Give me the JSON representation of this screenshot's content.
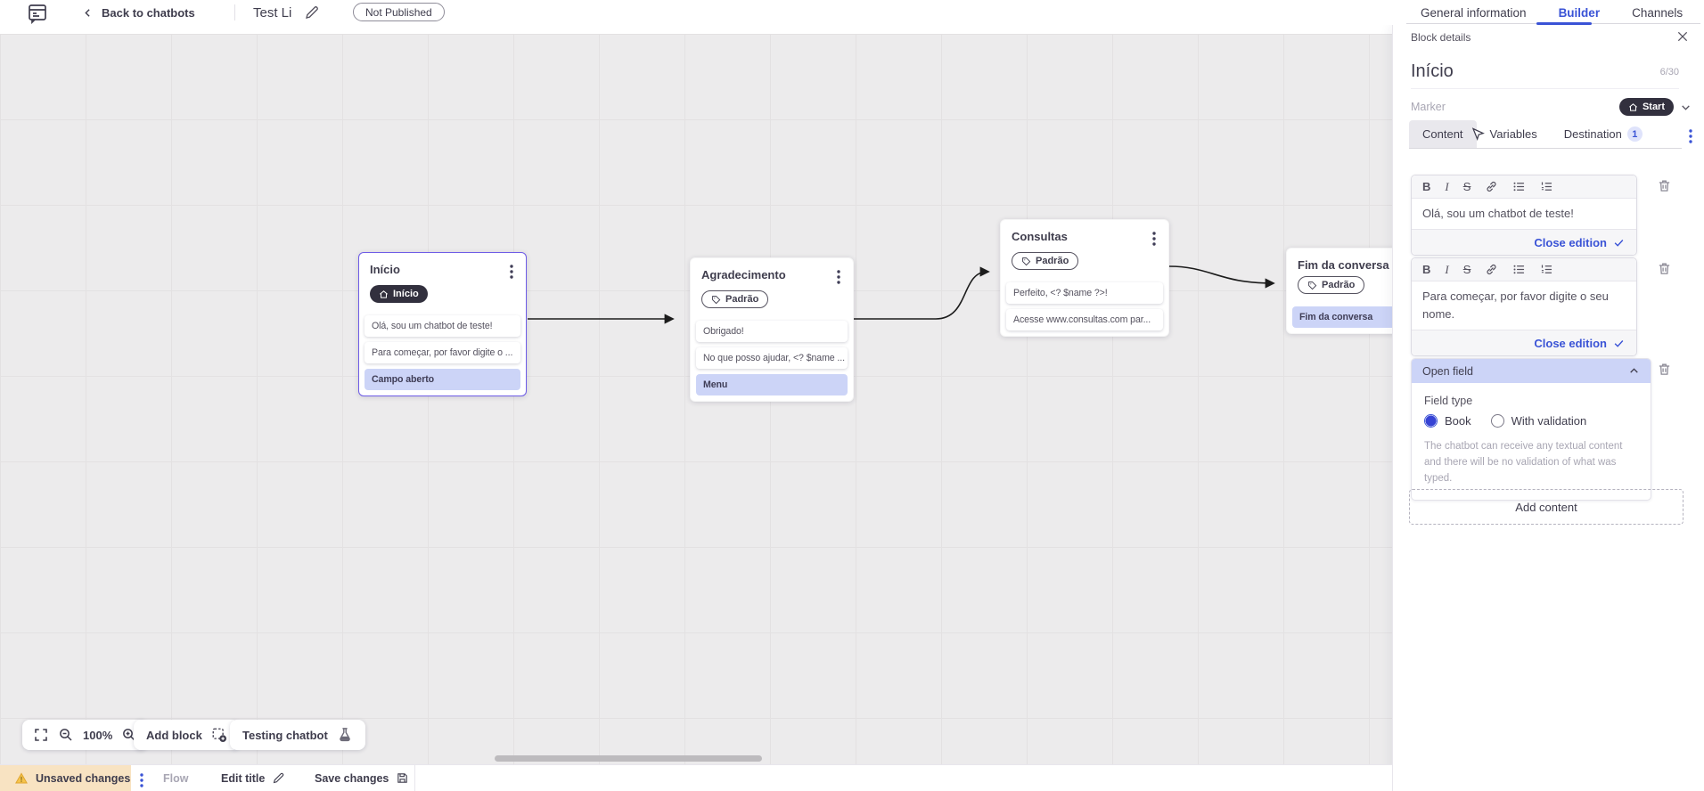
{
  "header": {
    "back_label": "Back to chatbots",
    "title": "Test Li",
    "status_badge": "Not Published",
    "tabs": [
      {
        "label": "General information"
      },
      {
        "label": "Builder"
      },
      {
        "label": "Channels"
      }
    ]
  },
  "canvas": {
    "blocks": [
      {
        "title": "Início",
        "badge": "Início",
        "items": [
          "Olá, sou um chatbot de teste!",
          "Para começar, por favor digite o ...",
          "Campo aberto"
        ]
      },
      {
        "title": "Agradecimento",
        "badge": "Padrão",
        "items": [
          "Obrigado!",
          "No que posso ajudar, <? $name ...",
          "Menu"
        ]
      },
      {
        "title": "Consultas",
        "badge": "Padrão",
        "items": [
          "Perfeito, <? $name ?>!",
          "Acesse www.consultas.com par..."
        ]
      },
      {
        "title": "Fim da conversa",
        "badge": "Padrão",
        "items": [
          "Fim da conversa"
        ]
      }
    ],
    "zoom_level": "100%",
    "add_block_label": "Add block",
    "testing_label": "Testing chatbot"
  },
  "panel": {
    "header": "Block details",
    "block_title": "Início",
    "char_counter": "6/30",
    "marker_label": "Marker",
    "marker_value": "Start",
    "tabs": [
      {
        "label": "Content"
      },
      {
        "label": "Variables"
      },
      {
        "label": "Destination",
        "badge": "1"
      }
    ],
    "toolbar": {
      "bold": "B",
      "italic": "I",
      "strike": "S"
    },
    "editors": [
      {
        "text": "Olá, sou um chatbot de teste!",
        "close_label": "Close edition"
      },
      {
        "text": "Para começar, por favor digite o seu nome.",
        "close_label": "Close edition"
      }
    ],
    "open_field": {
      "title": "Open field",
      "field_type_label": "Field type",
      "options": [
        {
          "label": "Book"
        },
        {
          "label": "With validation"
        }
      ],
      "help_text": "The chatbot can receive any textual content and there will be no validation of what was typed."
    },
    "add_content_label": "Add content"
  },
  "statusbar": {
    "unsaved_label": "Unsaved changes",
    "flow_label": "Flow",
    "edit_title_label": "Edit title",
    "save_label": "Save changes"
  }
}
